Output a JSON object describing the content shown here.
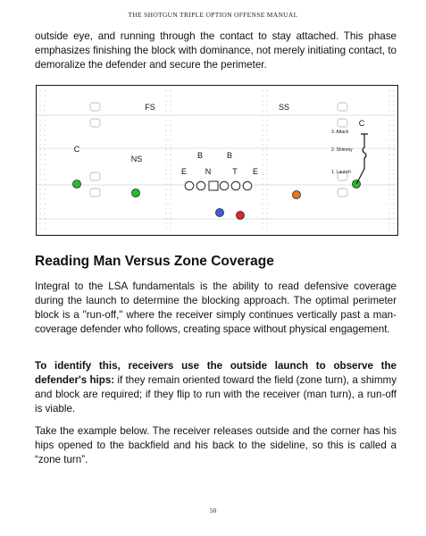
{
  "header": {
    "running_title": "THE SHOTGUN TRIPLE OPTION OFFENSE MANUAL"
  },
  "paragraphs": {
    "intro": "outside eye, and running through the contact to stay attached. This phase emphasizes finishing the block with dominance, not merely initiating contact, to demoralize the defender and secure the perimeter.",
    "reading_body": "Integral to the LSA fundamentals is the ability to read defensive coverage during the launch to determine the blocking approach. The optimal perimeter block is a \"run-off,\" where the receiver simply continues vertically past a man-coverage defender who follows, creating space without physical engagement.",
    "hips_lead": "To identify this, receivers use the outside launch to observe the defender's hips:",
    "hips_body": " if they remain oriented toward the field (zone turn), a shimmy and block are required; if they flip to run with the receiver (man turn), a run-off is viable.",
    "example": "Take the example below. The receiver releases outside and the corner has his hips opened to the backfield and his back to the sideline, so this is called a “zone turn”."
  },
  "section": {
    "heading": "Reading Man Versus Zone Coverage"
  },
  "diagram": {
    "defense_labels": {
      "fs": "FS",
      "ss": "SS",
      "corner_left": "C",
      "corner_right": "C",
      "nickel": "NS",
      "backer_1": "B",
      "backer_2": "B"
    },
    "front_letters": [
      "E",
      "N",
      "T",
      "E"
    ],
    "phase_labels": {
      "attack": "3. Attack",
      "shimmy": "2. Shimmy",
      "launch": "1. Launch"
    },
    "colors": {
      "green": "#22c02a",
      "orange": "#e8741c",
      "blue": "#3a5fd8",
      "red": "#e02424"
    }
  },
  "footer": {
    "page_number": "50"
  }
}
